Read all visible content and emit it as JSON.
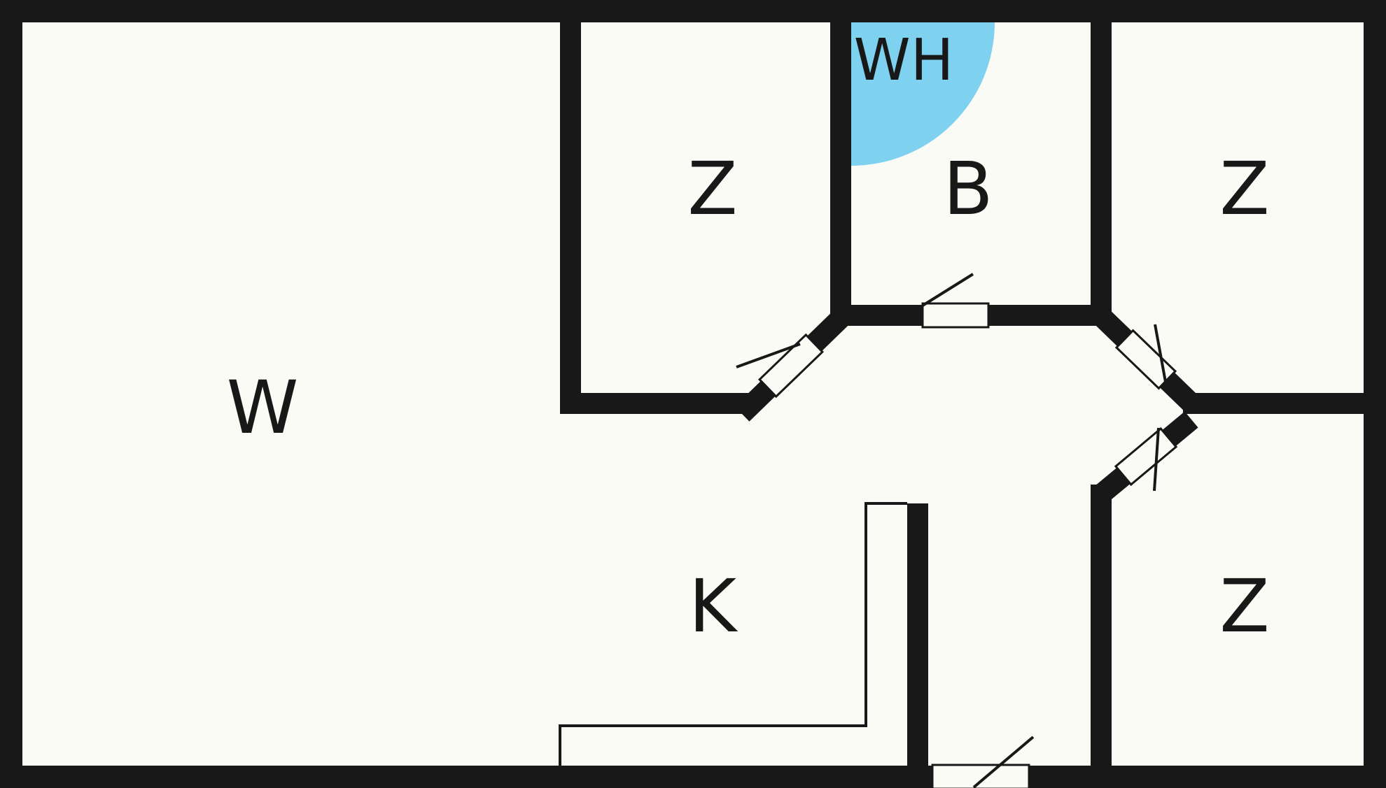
{
  "floorplan": {
    "type": "apartment-floor-plan",
    "colors": {
      "wall": "#181818",
      "floor": "#fbfbf5",
      "water_heater": "#7ed2f0"
    },
    "rooms": [
      {
        "id": "room-w-left",
        "label": "W"
      },
      {
        "id": "room-z-top-middle",
        "label": "Z"
      },
      {
        "id": "room-b-top-center",
        "label": "B"
      },
      {
        "id": "room-z-top-right",
        "label": "Z"
      },
      {
        "id": "room-k-bottom-middle",
        "label": "K"
      },
      {
        "id": "room-z-bottom-right",
        "label": "Z"
      }
    ],
    "fixtures": [
      {
        "id": "water-heater",
        "label": "WH"
      }
    ]
  }
}
